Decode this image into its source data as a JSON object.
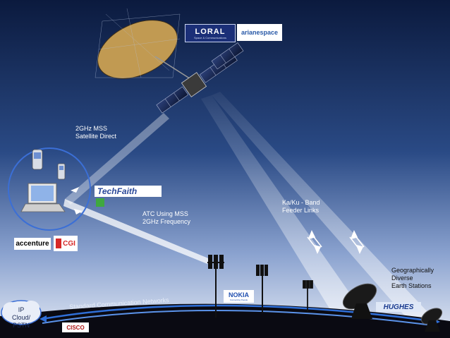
{
  "labels": {
    "mss_direct": [
      "2GHz MSS",
      "Satellite Direct"
    ],
    "atc": [
      "ATC Using MSS",
      "2GHz Frequency"
    ],
    "feeder": [
      "Ka/Ku - Band",
      "Feeder Links"
    ],
    "earth_stations": [
      "Geographically",
      "Diverse",
      "Earth Stations"
    ],
    "std_networks": "Standard Communication Networks",
    "ip_cloud": [
      "IP Cloud/",
      "PSTN"
    ]
  },
  "logos": {
    "loral": "LORAL",
    "loral_sub": "Space & Communications",
    "arianespace": "arianespace",
    "techfaith": "TechFaith",
    "accenture": "accenture",
    "cgi": "CGI",
    "nokia": "NOKIA",
    "nokia_sub": "Connecting People",
    "hughes": "HUGHES",
    "cisco": "CISCO"
  },
  "colors": {
    "sky_top": "#0b1a3e",
    "sky_bottom": "#dfe6f3",
    "ground": "#0a0a12",
    "beam": "#ffffff",
    "network_line": "#2f6fd8",
    "reflector": "#c19a52"
  }
}
